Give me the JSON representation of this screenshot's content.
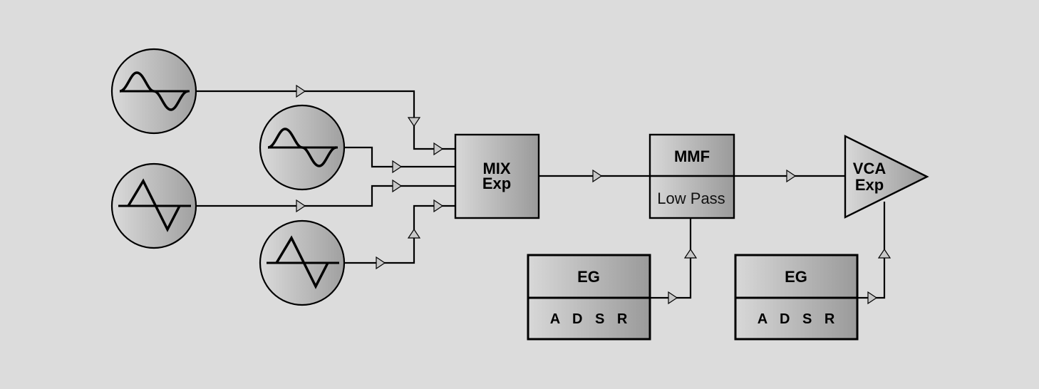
{
  "mixer": {
    "line1": "MIX",
    "line2": "Exp"
  },
  "filter": {
    "title": "MMF",
    "mode": "Low Pass"
  },
  "vca": {
    "line1": "VCA",
    "line2": "Exp"
  },
  "eg1": {
    "title": "EG",
    "subtitle": "A D S R"
  },
  "eg2": {
    "title": "EG",
    "subtitle": "A D S R"
  },
  "oscillators": [
    {
      "waveform": "sine-wave-icon"
    },
    {
      "waveform": "sine-wave-icon"
    },
    {
      "waveform": "sawtooth-wave-icon"
    },
    {
      "waveform": "sawtooth-wave-icon"
    }
  ],
  "colors": {
    "background": "#dcdcdc",
    "block_light": "#d6d6d6",
    "block_dark": "#9c9c9c"
  }
}
